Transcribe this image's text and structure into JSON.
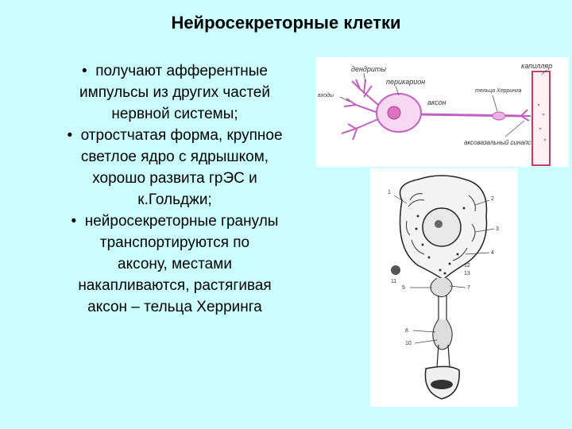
{
  "slide": {
    "title": "Нейросекреторные клетки",
    "bullet_symbol": "•",
    "bullets": [
      [
        "получают афферентные",
        "импульсы из других частей",
        "нервной системы;"
      ],
      [
        "отростчатая форма, крупное",
        "светлое ядро с ядрышком,",
        "хорошо развита грЭС и",
        "к.Гольджи;"
      ],
      [
        "нейросекреторные гранулы",
        "транспортируются по",
        "аксону, местами",
        "накапливаются, растягивая",
        "аксон – тельца Херринга"
      ]
    ]
  },
  "diagram_top": {
    "labels": {
      "dendrites": "дендриты",
      "capillary": "капилляр",
      "perikaryon": "перикарион",
      "axon": "аксон",
      "herring": "тельца Херринга",
      "inputs": "входы",
      "axovasal": "аксовазальный синапс"
    }
  },
  "diagram_bottom": {
    "labels": {
      "n1": "1",
      "n2": "2",
      "n3": "3",
      "n4": "4",
      "n5": "5",
      "n7": "7",
      "n8": "8",
      "n10": "10",
      "n11": "11",
      "n12": "12",
      "n13": "13"
    }
  }
}
